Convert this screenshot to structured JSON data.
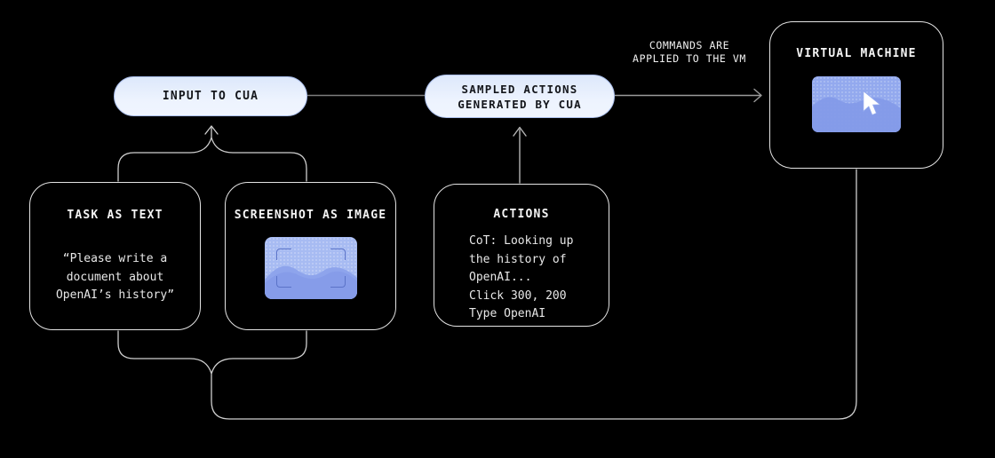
{
  "diagram": {
    "pills": {
      "input": {
        "label": "INPUT TO CUA"
      },
      "sampled": {
        "label": "SAMPLED ACTIONS\nGENERATED BY CUA"
      }
    },
    "arrow_label": "COMMANDS ARE\nAPPLIED TO THE VM",
    "vm": {
      "title": "VIRTUAL MACHINE",
      "icon": "screen-with-cursor-icon"
    },
    "boxes": {
      "task": {
        "title": "TASK AS TEXT",
        "body": "“Please write a\ndocument about\nOpenAI’s history”"
      },
      "screenshot": {
        "title": "SCREENSHOT AS IMAGE",
        "icon": "screenshot-image-icon"
      },
      "actions": {
        "title": "ACTIONS",
        "body": "CoT: Looking up\nthe history of\nOpenAI...\nClick 300, 200\nType OpenAI"
      }
    },
    "colors": {
      "background": "#000000",
      "pill_fill": "#e9effd",
      "pill_border": "#a9bdea",
      "node_border": "#e4e4e4",
      "wire_light": "#cfcfcf",
      "wire_mid": "#9b9b9b",
      "icon_blue": "#a7bbf2",
      "icon_blue_dark": "#93a9ee",
      "icon_wave": "#8399e8",
      "icon_bracket": "#5b73c8",
      "cursor_white": "#ffffff",
      "text_light": "#f0f0f0",
      "text_dark": "#14161b"
    }
  }
}
